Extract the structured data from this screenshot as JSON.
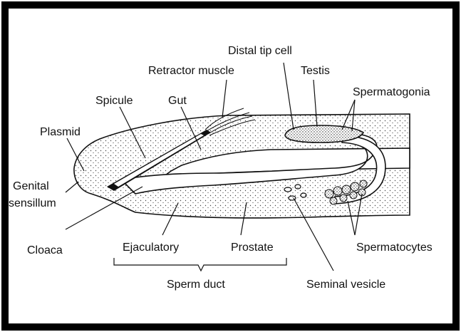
{
  "labels": {
    "distal_tip_cell": "Distal tip cell",
    "retractor_muscle": "Retractor muscle",
    "testis": "Testis",
    "spicule": "Spicule",
    "gut": "Gut",
    "spermatogonia": "Spermatogonia",
    "plasmid": "Plasmid",
    "genital": "Genital",
    "sensillum": "sensillum",
    "cloaca": "Cloaca",
    "ejaculatory": "Ejaculatory",
    "prostate": "Prostate",
    "spermatocytes": "Spermatocytes",
    "sperm_duct": "Sperm duct",
    "seminal_vesicle": "Seminal vesicle"
  },
  "colors": {
    "frame": "#000000",
    "ink": "#111111",
    "paper": "#ffffff",
    "stipple": "#444444"
  }
}
